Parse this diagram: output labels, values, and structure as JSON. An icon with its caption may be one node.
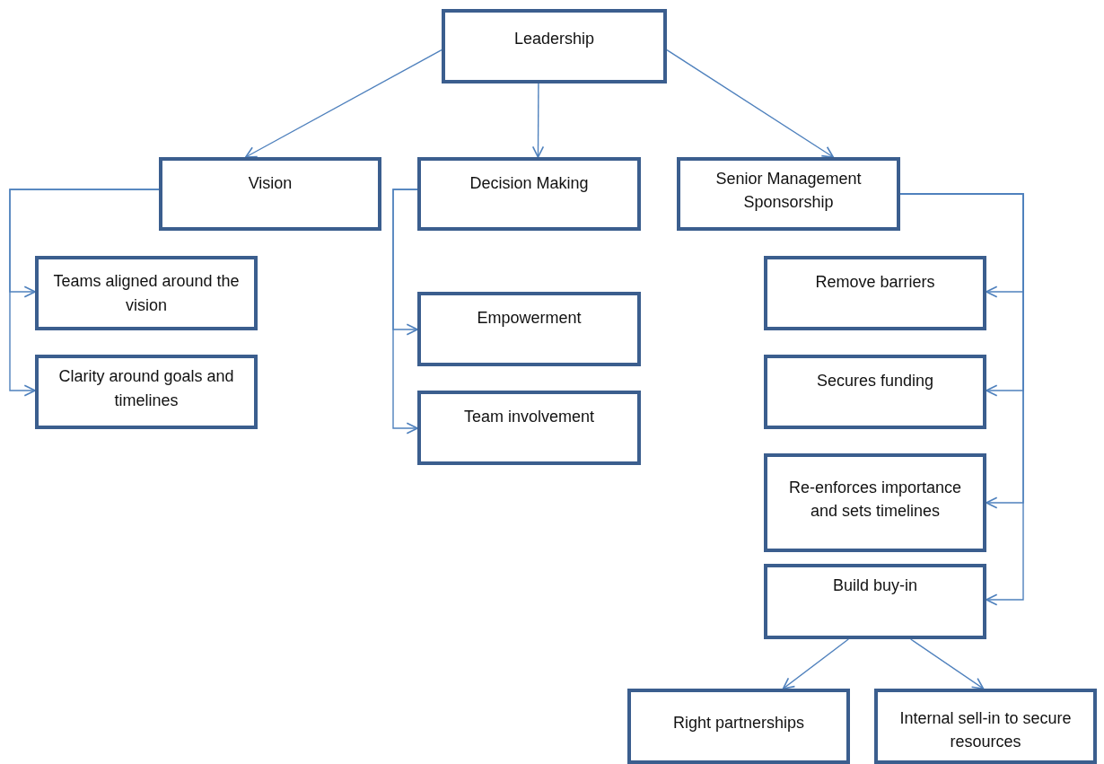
{
  "diagram": {
    "nodes": [
      {
        "text": [
          "Leadership"
        ]
      },
      {
        "text": [
          "Vision"
        ]
      },
      {
        "text": [
          "Decision Making"
        ]
      },
      {
        "text": [
          "Senior Management Sponsorship"
        ]
      },
      {
        "text": [
          "Teams aligned around the vision"
        ]
      },
      {
        "text": [
          "Clarity around goals and timelines"
        ]
      },
      {
        "text": [
          "Empowerment"
        ]
      },
      {
        "text": [
          "Team involvement"
        ]
      },
      {
        "text": [
          "Remove barriers"
        ]
      },
      {
        "text": [
          "Secures funding"
        ]
      },
      {
        "text": [
          "Re-enforces importance and sets timelines"
        ]
      },
      {
        "text": [
          "Build buy-in"
        ]
      },
      {
        "text": [
          "Right partnerships"
        ]
      },
      {
        "text": [
          "Internal sell-in to secure resources"
        ]
      }
    ],
    "edges": [
      {
        "from": 0,
        "to": 1,
        "arrow": "to"
      },
      {
        "from": 0,
        "to": 2,
        "arrow": "to"
      },
      {
        "from": 0,
        "to": 3,
        "arrow": "to"
      },
      {
        "from": 1,
        "to": 4,
        "arrow": "to"
      },
      {
        "from": 1,
        "to": 5,
        "arrow": "to"
      },
      {
        "from": 2,
        "to": 6,
        "arrow": "to"
      },
      {
        "from": 2,
        "to": 7,
        "arrow": "to"
      },
      {
        "from": 3,
        "to": 8,
        "arrow": "to"
      },
      {
        "from": 3,
        "to": 9,
        "arrow": "to"
      },
      {
        "from": 3,
        "to": 10,
        "arrow": "to"
      },
      {
        "from": 3,
        "to": 11,
        "arrow": "to"
      },
      {
        "from": 11,
        "to": 12,
        "arrow": "to"
      },
      {
        "from": 11,
        "to": 13,
        "arrow": "to"
      }
    ]
  }
}
